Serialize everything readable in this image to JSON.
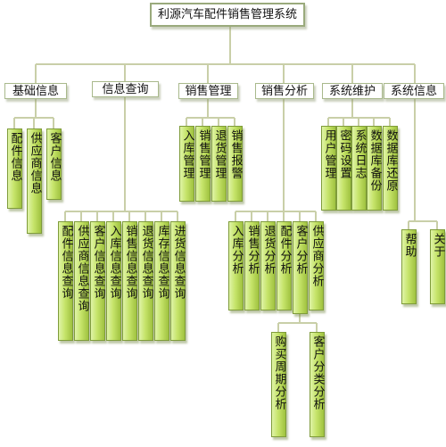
{
  "root": "利源汽车配件销售管理系统",
  "modules": {
    "basic": {
      "label": "基础信息",
      "children": [
        "配件信息",
        "供应商信息",
        "客户信息"
      ]
    },
    "query": {
      "label": "信息查询",
      "children": [
        "配件信息查询",
        "供应商信息查询",
        "客户信息查询",
        "入库信息查询",
        "销售信息查询",
        "退货信息查询",
        "库存信息查询",
        "进货信息查询"
      ]
    },
    "sales_mgmt": {
      "label": "销售管理",
      "children": [
        "入库管理",
        "销售管理",
        "退货管理",
        "销售报警"
      ]
    },
    "sales_analysis": {
      "label": "销售分析",
      "children": [
        "入库分析",
        "销售分析",
        "退货分析",
        "配件分析",
        "客户分析",
        "供应商分析"
      ],
      "customer_sub": [
        "购买周期分析",
        "客户分类分析"
      ]
    },
    "maintenance": {
      "label": "系统维护",
      "children": [
        "用户管理",
        "密码设置",
        "系统日志",
        "数据库备份",
        "数据库还原"
      ]
    },
    "info": {
      "label": "系统信息",
      "children": [
        "帮助",
        "关于"
      ]
    }
  },
  "colors": {
    "connector": "#c9cfa8",
    "leaf_fill": "#c6e46a",
    "leaf_border": "#7f9c3a",
    "box_border": "#a9b98c"
  }
}
